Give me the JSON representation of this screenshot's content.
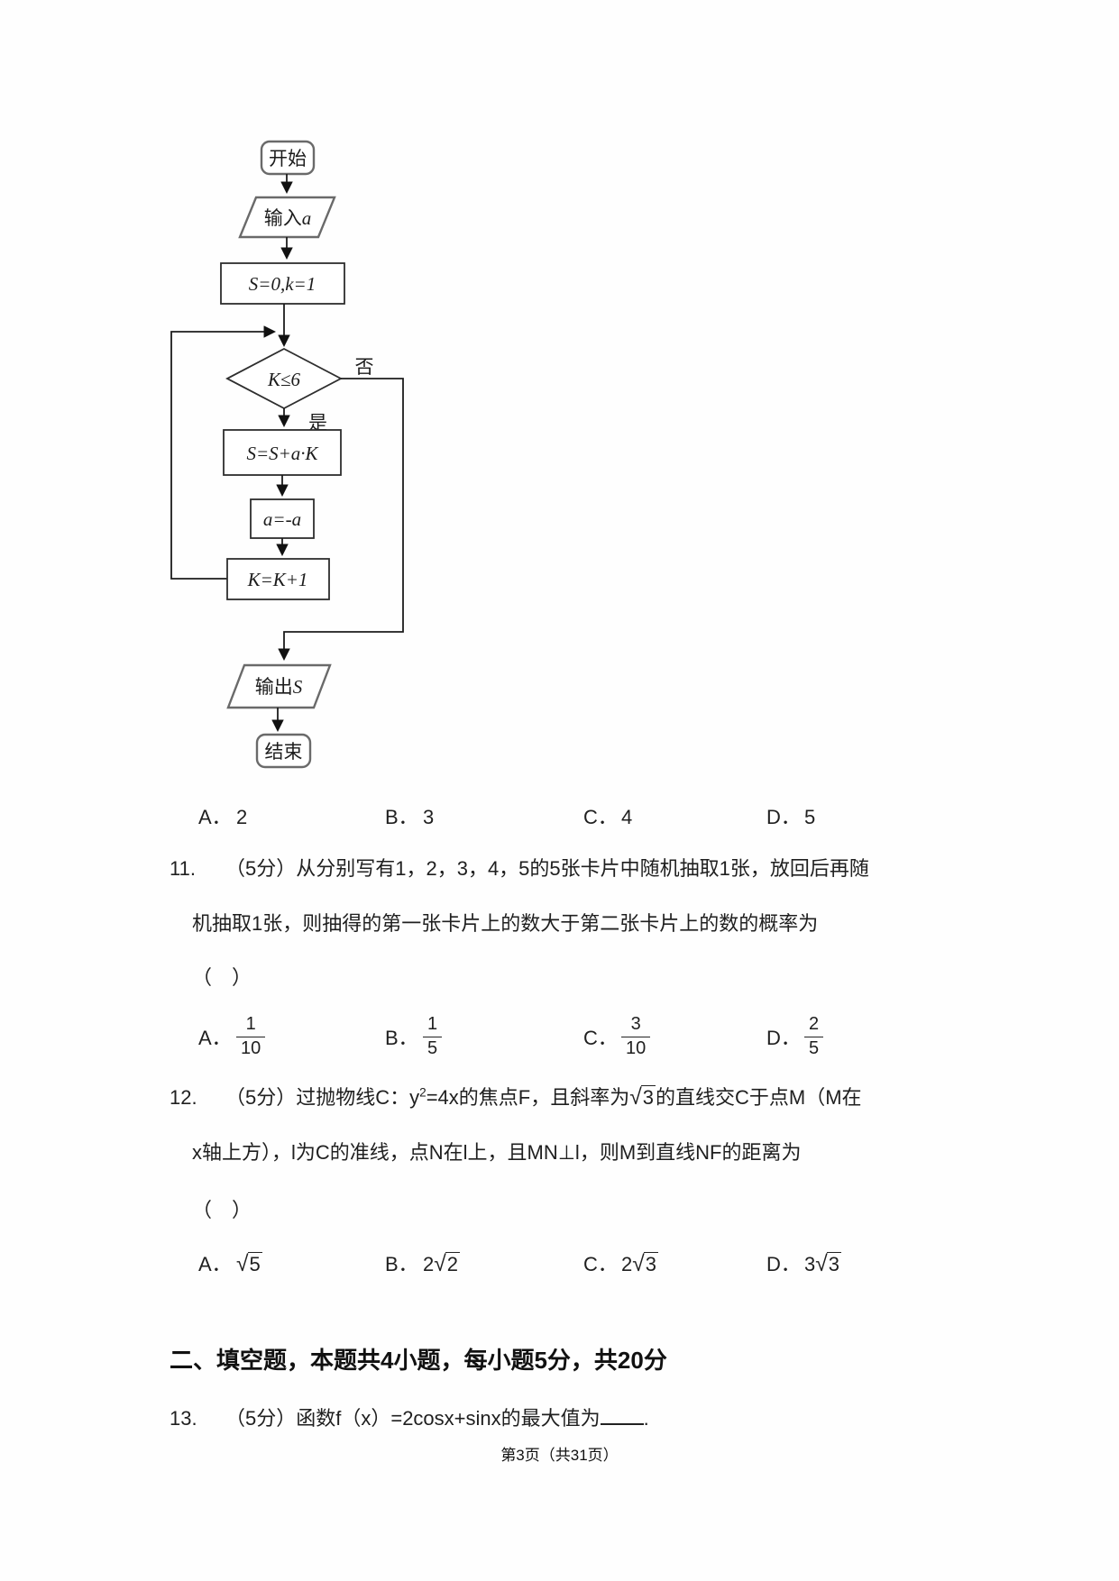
{
  "page": {
    "footer": "第3页（共31页）"
  },
  "math": {
    "sqrt_sign": "√"
  },
  "flowchart": {
    "start": "开始",
    "input_prefix": "输入",
    "input_var": "a",
    "init": "S=0,k=1",
    "cond": "K≤6",
    "yes_label": "是",
    "no_label": "否",
    "assign": "S=S+a·K",
    "negate": "a=-a",
    "increment": "K=K+1",
    "output_prefix": "输出",
    "output_var": "S",
    "end": "结束"
  },
  "q10": {
    "options": [
      {
        "label": "A．",
        "value": "2"
      },
      {
        "label": "B．",
        "value": "3"
      },
      {
        "label": "C．",
        "value": "4"
      },
      {
        "label": "D．",
        "value": "5"
      }
    ]
  },
  "q11": {
    "num": "11.",
    "line1": "（5分）从分别写有1，2，3，4，5的5张卡片中随机抽取1张，放回后再随",
    "line2": "机抽取1张，则抽得的第一张卡片上的数大于第二张卡片上的数的概率为",
    "paren": "（　）",
    "options": [
      {
        "label": "A．",
        "num": "1",
        "den": "10"
      },
      {
        "label": "B．",
        "num": "1",
        "den": "5"
      },
      {
        "label": "C．",
        "num": "3",
        "den": "10"
      },
      {
        "label": "D．",
        "num": "2",
        "den": "5"
      }
    ]
  },
  "q12": {
    "num": "12.",
    "seg1": "（5分）过抛物线C：y",
    "sup": "2",
    "seg2": "=4x的焦点F，且斜率为",
    "radicand": "3",
    "seg3": "的直线交C于点M（M在",
    "line2": "x轴上方），l为C的准线，点N在l上，且MN⊥l，则M到直线NF的距离为",
    "paren": "（　）",
    "options": [
      {
        "label": "A．",
        "coeff": "",
        "radicand": "5"
      },
      {
        "label": "B．",
        "coeff": "2",
        "radicand": "2"
      },
      {
        "label": "C．",
        "coeff": "2",
        "radicand": "3"
      },
      {
        "label": "D．",
        "coeff": "3",
        "radicand": "3"
      }
    ]
  },
  "section2": {
    "title": "二、填空题，本题共4小题，每小题5分，共20分"
  },
  "q13": {
    "num": "13.",
    "text": "（5分）函数f（x）=2cosx+sinx的最大值为",
    "period": "."
  }
}
